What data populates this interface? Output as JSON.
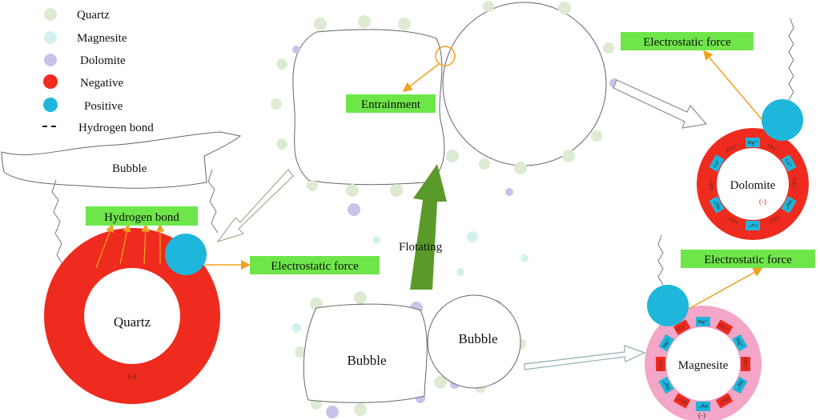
{
  "legend": [
    {
      "label": "Quartz",
      "color": "#dcebd2"
    },
    {
      "label": "Magnesite",
      "color": "#d4f1ef"
    },
    {
      "label": "Dolomite",
      "color": "#c9c3ea"
    },
    {
      "label": "Negative",
      "color": "#ee2b1e"
    },
    {
      "label": "Positive",
      "color": "#1fb6dc"
    },
    {
      "label": "Hydrogen bond",
      "color": "#111111"
    }
  ],
  "labels": {
    "bubble_left": "Bubble",
    "hydrogen_bond": "Hydrogen bond",
    "quartz": "Quartz",
    "quartz_charge": "(-)",
    "electrostatic_quartz": "Electrostatic force",
    "entrainment": "Entrainment",
    "flotating": "Flotating",
    "bubble_bottom_left": "Bubble",
    "bubble_bottom_right": "Bubble",
    "electrostatic_dolomite": "Electrostatic force",
    "dolomite": "Dolomite",
    "dolomite_charge": "(-)",
    "electrostatic_magnesite": "Electrostatic force",
    "magnesite": "Magnesite",
    "magnesite_charge": "(-)"
  },
  "ions": {
    "mg": "Mg²⁺",
    "ca": "Ca²⁺",
    "co3": "CO₃²⁻"
  },
  "colors": {
    "label_bg": "#6ee64a",
    "arrow_orange": "#f0a020",
    "flotation_arrow": "#5a9a2a",
    "negative": "#ee2b1e",
    "magnesite_ring": "#f3a6c8",
    "positive": "#1fb6dc"
  }
}
